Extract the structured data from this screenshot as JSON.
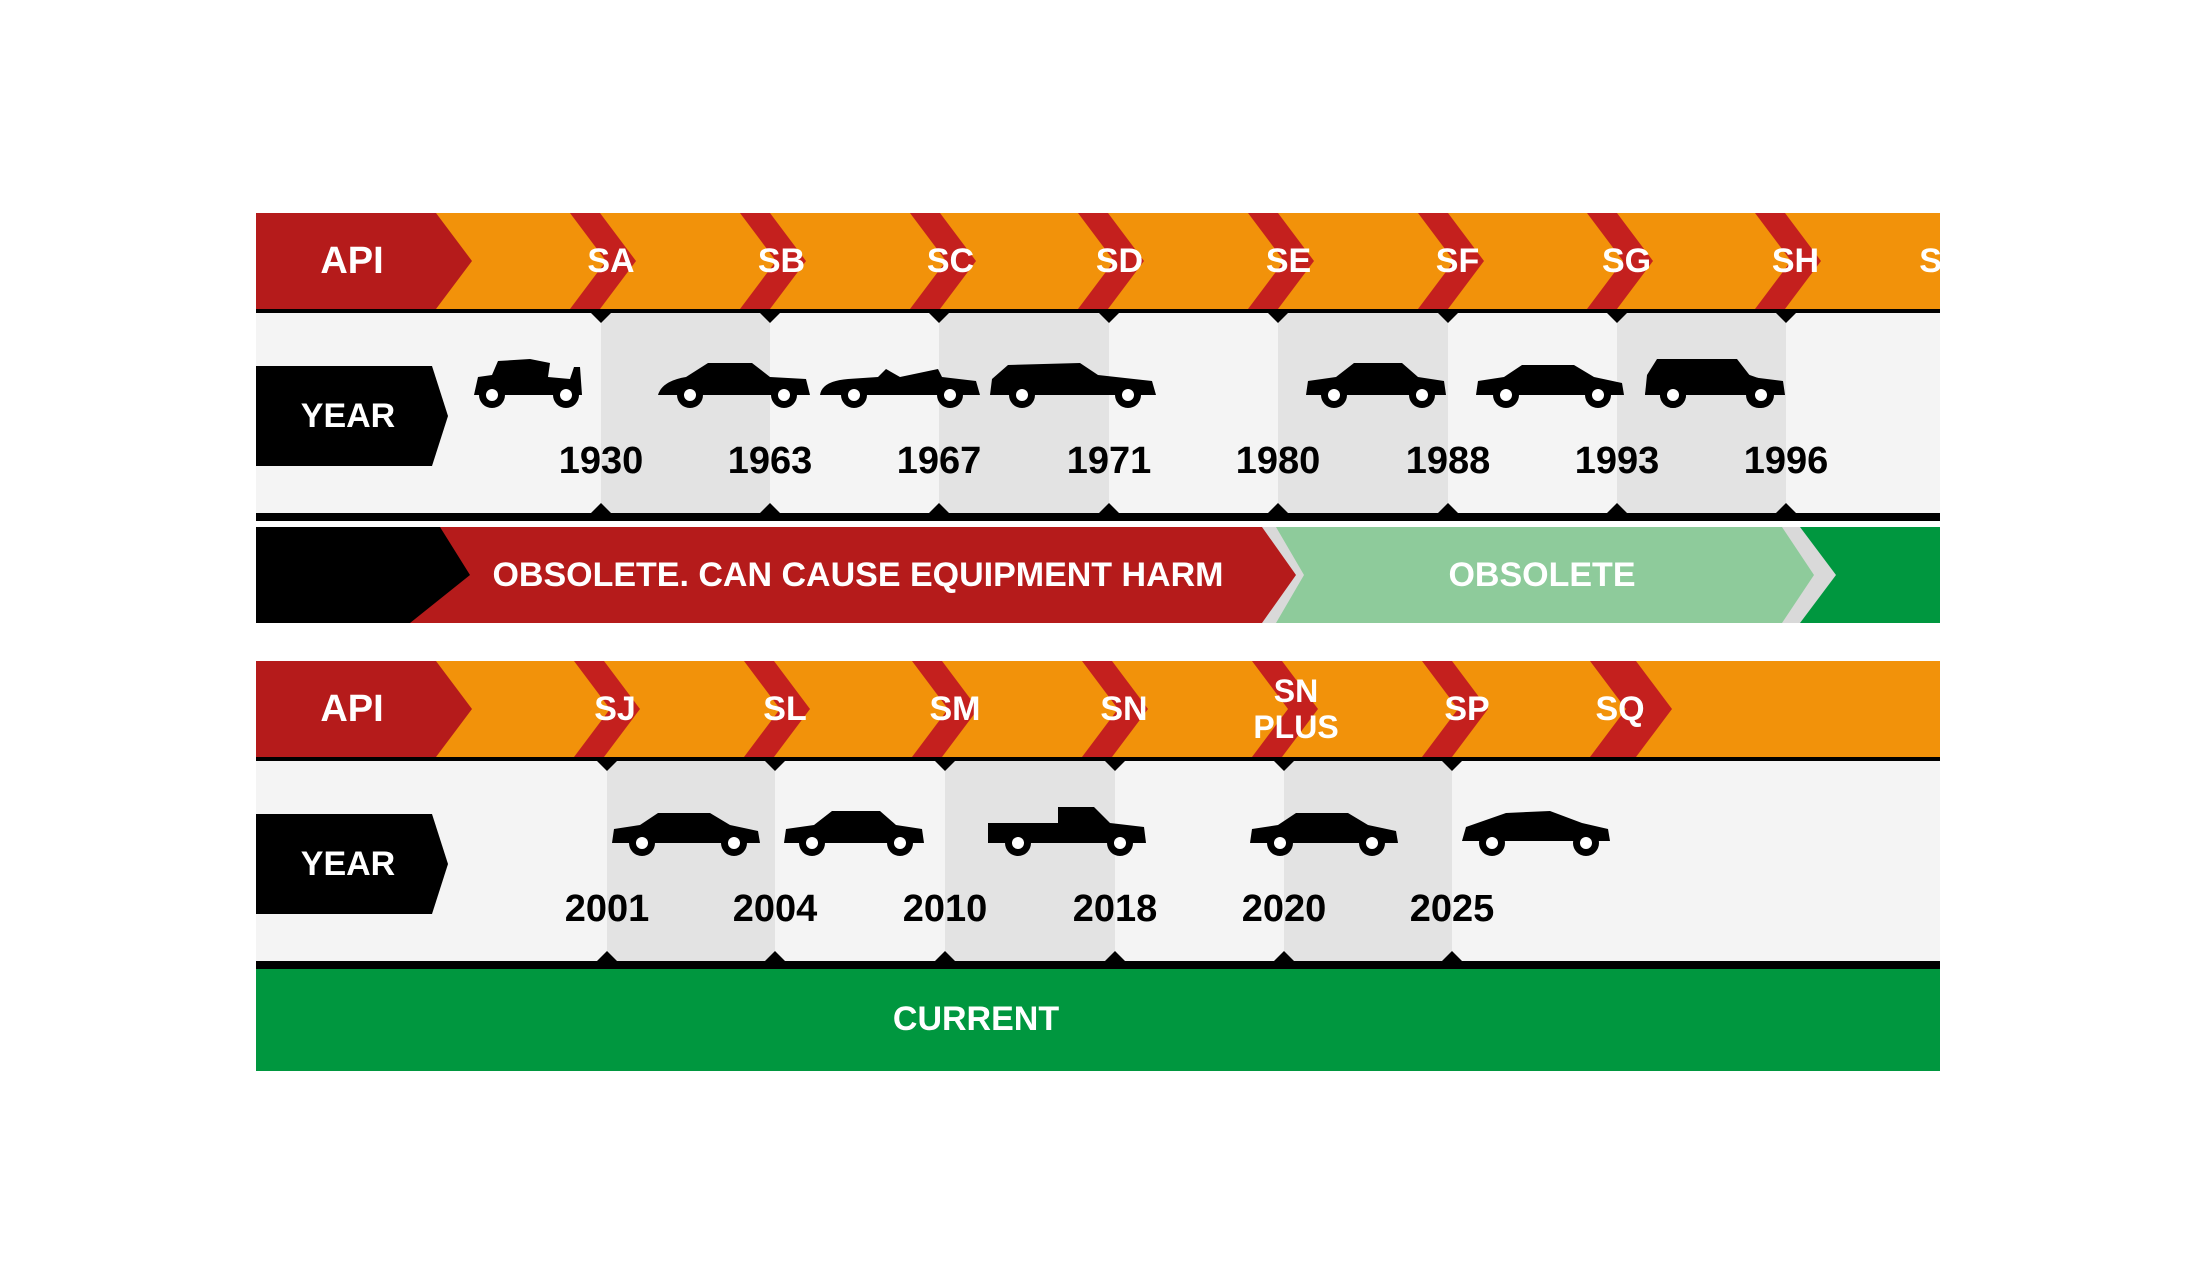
{
  "colors": {
    "api_red": "#b51b1b",
    "chevron_red": "#c4201e",
    "category_orange": "#f2920a",
    "band_light": "#f4f4f4",
    "band_shade": "#e3e3e3",
    "black": "#000000",
    "obsolete_green": "#8ecb9b",
    "current_green": "#00973f",
    "white": "#ffffff"
  },
  "panels": [
    {
      "api_label": "API",
      "year_label": "YEAR",
      "categories": [
        "SA",
        "SB",
        "SC",
        "SD",
        "SE",
        "SF",
        "SG",
        "SH",
        "SJ"
      ],
      "years": [
        "1930",
        "1963",
        "1967",
        "1971",
        "1980",
        "1988",
        "1993",
        "1996"
      ],
      "car_icons": [
        "vintage-car-icon",
        "classic-sedan-icon",
        "convertible-icon",
        "wagon-icon",
        "coupe-icon",
        "sedan-icon",
        "hatchback-icon",
        "suv-icon"
      ],
      "status": [
        {
          "label": "OBSOLETE. CAN CAUSE EQUIPMENT HARM",
          "color": "#b51b1b"
        },
        {
          "label": "OBSOLETE",
          "color": "#8ecb9b"
        },
        {
          "label": "",
          "color": "#00973f"
        }
      ]
    },
    {
      "api_label": "API",
      "year_label": "YEAR",
      "categories": [
        "SJ",
        "SL",
        "SM",
        "SN",
        "SN PLUS",
        "SP",
        "SQ"
      ],
      "years": [
        "2001",
        "2004",
        "2010",
        "2018",
        "2020",
        "2025"
      ],
      "car_icons": [
        "sedan-icon",
        "coupe-icon",
        "pickup-truck-icon",
        "sedan-icon",
        "sports-car-icon"
      ],
      "status": [
        {
          "label": "CURRENT",
          "color": "#00973f"
        }
      ]
    }
  ]
}
